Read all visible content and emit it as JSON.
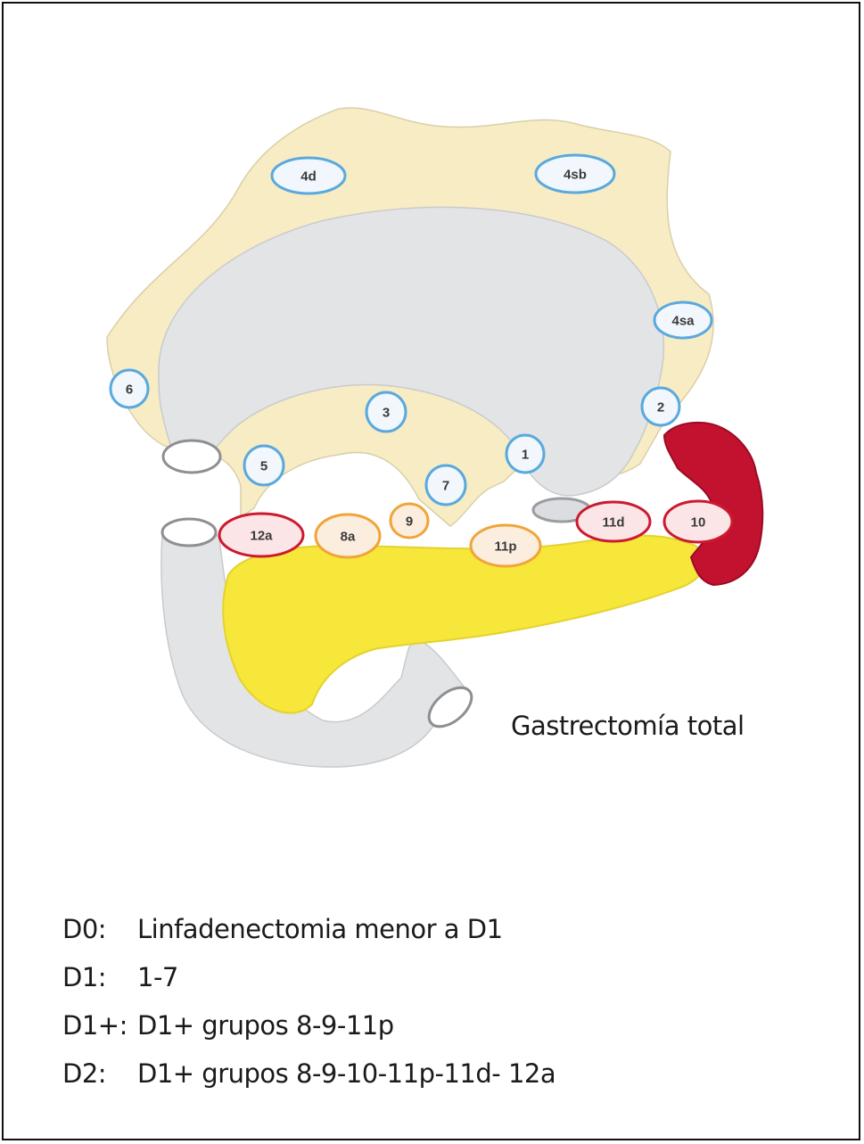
{
  "diagram": {
    "caption": "Gastrectomía total",
    "colors": {
      "omentum": "#f8ecc4",
      "stomach": "#e3e4e6",
      "pancreas": "#f6e73a",
      "spleen": "#c2122f",
      "node_d1": "#5aa9de",
      "node_d1plus": "#f0a43a",
      "node_d2": "#cc1a30"
    },
    "nodes": [
      {
        "label": "4d",
        "group": "d1"
      },
      {
        "label": "4sb",
        "group": "d1"
      },
      {
        "label": "4sa",
        "group": "d1"
      },
      {
        "label": "6",
        "group": "d1"
      },
      {
        "label": "3",
        "group": "d1"
      },
      {
        "label": "2",
        "group": "d1"
      },
      {
        "label": "1",
        "group": "d1"
      },
      {
        "label": "5",
        "group": "d1"
      },
      {
        "label": "7",
        "group": "d1"
      },
      {
        "label": "9",
        "group": "d1plus"
      },
      {
        "label": "12a",
        "group": "d2"
      },
      {
        "label": "8a",
        "group": "d1plus"
      },
      {
        "label": "11p",
        "group": "d1plus"
      },
      {
        "label": "11d",
        "group": "d2"
      },
      {
        "label": "10",
        "group": "d2"
      }
    ]
  },
  "legend": [
    {
      "code": "D0:",
      "text": "Linfadenectomia menor a  D1"
    },
    {
      "code": "D1:",
      "text": "1-7"
    },
    {
      "code": "D1+:",
      "text": "D1+ grupos 8-9-11p"
    },
    {
      "code": "D2:",
      "text": "D1+ grupos 8-9-10-11p-11d- 12a"
    }
  ]
}
